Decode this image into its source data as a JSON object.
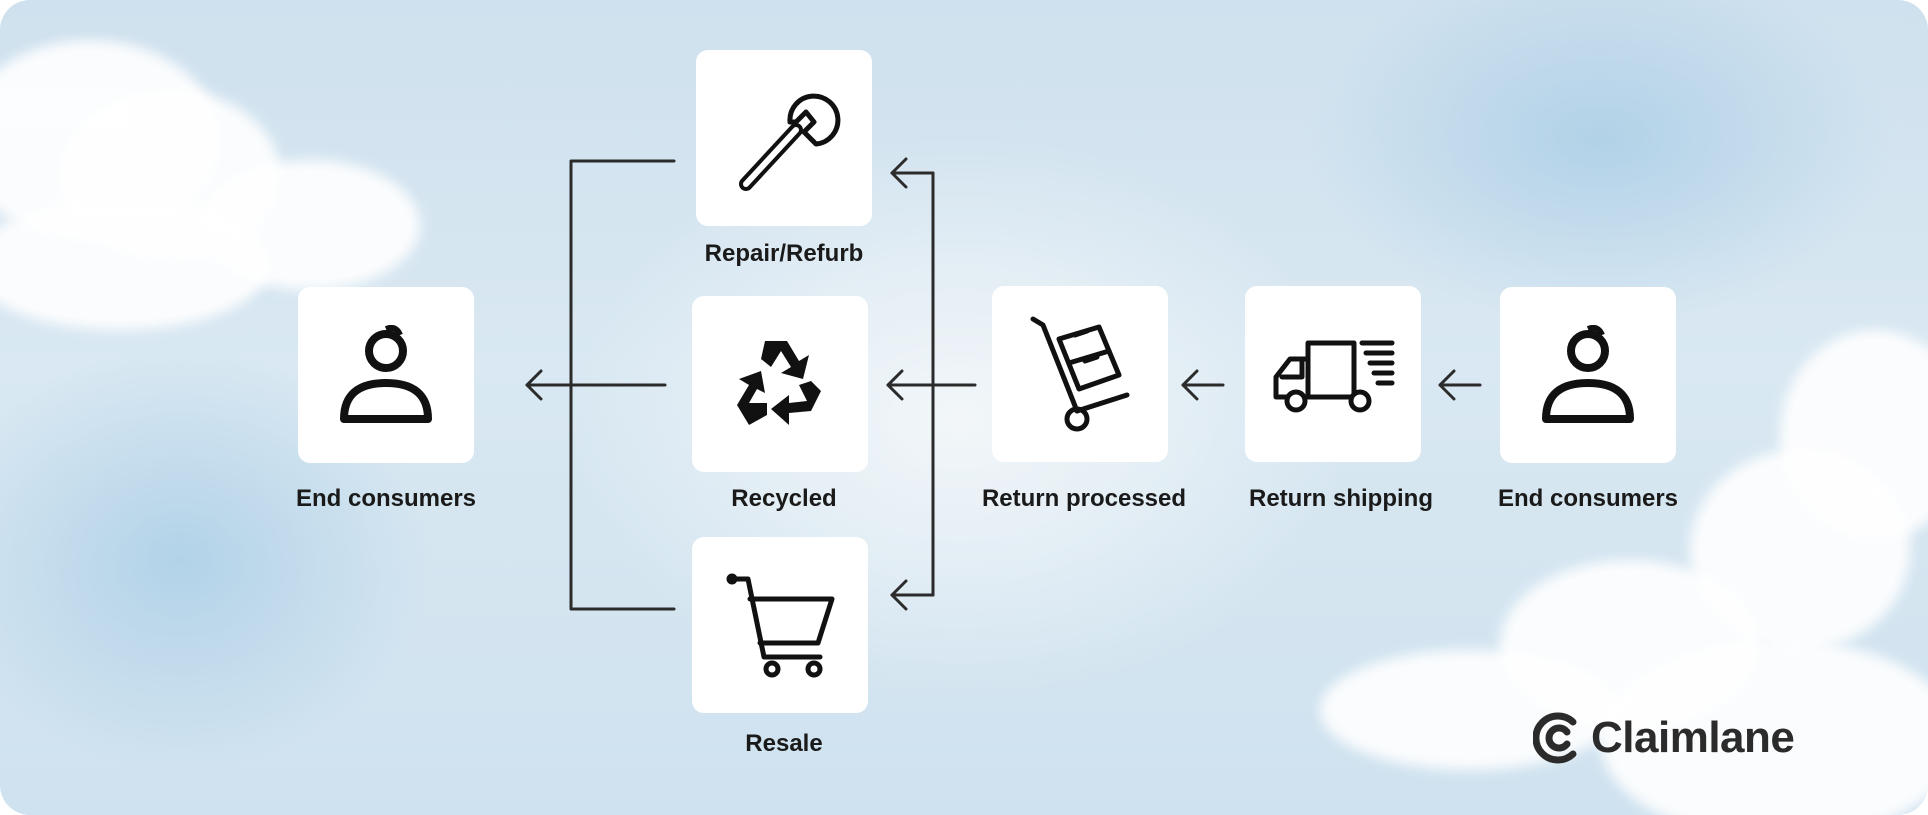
{
  "nodes": [
    {
      "label": "End consumers",
      "icon": "person-icon"
    },
    {
      "label": "Repair/Refurb",
      "icon": "wrench-icon"
    },
    {
      "label": "Recycled",
      "icon": "recycle-icon"
    },
    {
      "label": "Resale",
      "icon": "shopping-cart-icon"
    },
    {
      "label": "Return processed",
      "icon": "hand-truck-icon"
    },
    {
      "label": "Return shipping",
      "icon": "delivery-truck-icon"
    },
    {
      "label": "End consumers",
      "icon": "person-icon"
    }
  ],
  "brand": {
    "name": "Claimlane",
    "icon": "claimlane-logo-icon"
  },
  "colors": {
    "stroke": "#2b2b2b",
    "node_bg": "#ffffff",
    "text": "#1a1a1a"
  }
}
